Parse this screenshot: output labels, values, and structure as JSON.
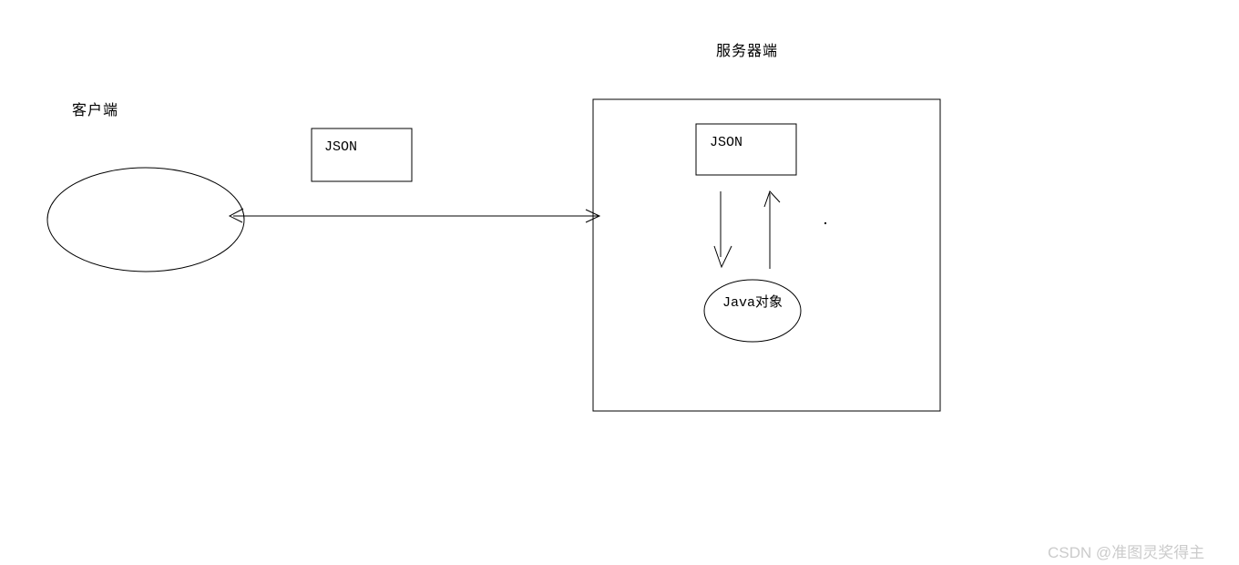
{
  "diagram": {
    "client": {
      "label": "客户端"
    },
    "server": {
      "label": "服务器端"
    },
    "transfer_json_box": {
      "label": "JSON"
    },
    "server_json_box": {
      "label": "JSON"
    },
    "java_object": {
      "label": "Java对象"
    }
  },
  "watermark": {
    "text": "CSDN @准图灵奖得主"
  },
  "colors": {
    "background": "#ffffff",
    "line": "#000000",
    "watermark_text": "#cbcbcb"
  }
}
